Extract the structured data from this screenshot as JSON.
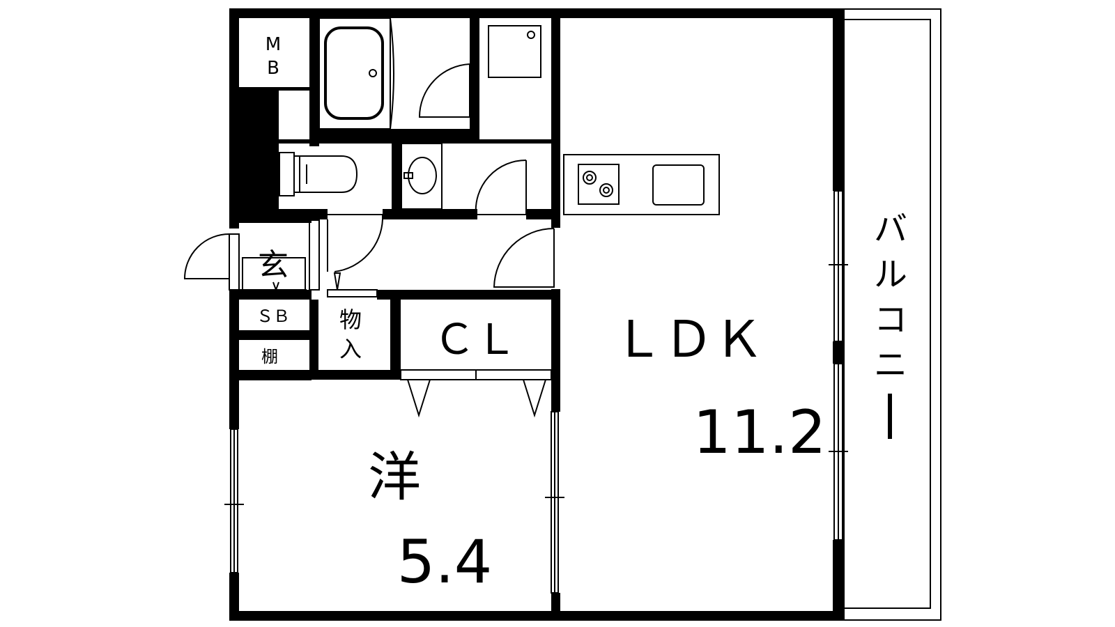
{
  "rooms": {
    "mb_top": "M",
    "mb_bottom": "B",
    "entrance": "玄",
    "shoebox": "ＳＢ",
    "shelf": "棚",
    "storage_top": "物",
    "storage_bottom": "入",
    "closet": "ＣＬ",
    "ldk_name": "ＬＤＫ",
    "ldk_size": "11.2",
    "western_name": "洋",
    "western_size": "5.4",
    "balcony": [
      "バ",
      "ル",
      "コ",
      "ニ",
      "ー"
    ]
  }
}
